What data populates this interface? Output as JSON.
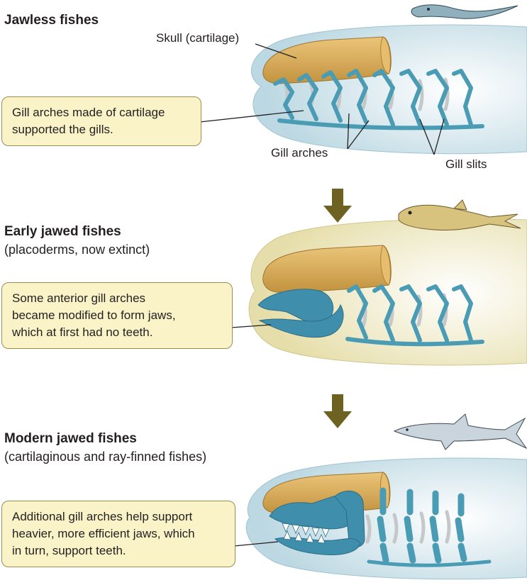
{
  "panels": [
    {
      "title": "Jawless fishes",
      "subtitle": "",
      "callout": [
        "Gill arches made of cartilage",
        "supported the gills."
      ],
      "labels": {
        "skull": "Skull (cartilage)",
        "gill_arches": "Gill arches",
        "gill_slits": "Gill slits"
      }
    },
    {
      "title": "Early jawed fishes",
      "subtitle": "(placoderms, now extinct)",
      "callout": [
        "Some anterior gill arches",
        "became modified to form jaws,",
        "which at first had no teeth."
      ]
    },
    {
      "title": "Modern jawed fishes",
      "subtitle": "(cartilaginous and ray-finned fishes)",
      "callout": [
        "Additional gill arches help support",
        "heavier, more efficient jaws, which",
        "in turn, support teeth."
      ]
    }
  ],
  "colors": {
    "head_jawless": "#c9dfe6",
    "head_placoderm": "#ece7bd",
    "skull": "#d8ad5a",
    "gill_arch": "#4a9bb4",
    "jaw": "#3f8eab",
    "gill_slit": "#c5c8c8",
    "callout_fill": "#fbf3c8",
    "arrow": "#6e6222"
  },
  "icons": [
    "lamprey-icon",
    "placoderm-icon",
    "shark-icon",
    "down-arrow-icon"
  ]
}
